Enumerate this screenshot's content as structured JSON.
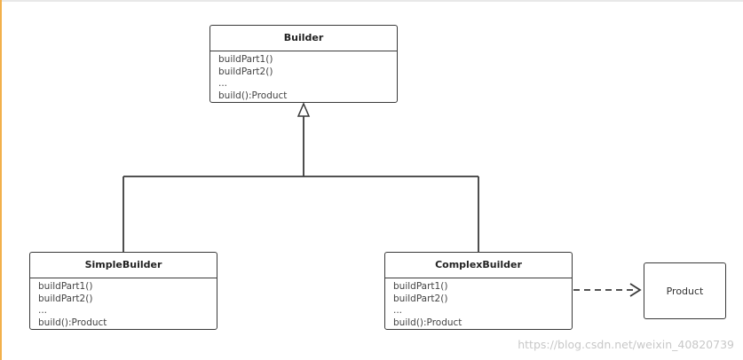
{
  "diagram": {
    "classes": {
      "builder": {
        "name": "Builder",
        "operations": [
          "buildPart1()",
          "buildPart2()",
          "...",
          "build():Product"
        ]
      },
      "simple_builder": {
        "name": "SimpleBuilder",
        "operations": [
          "buildPart1()",
          "buildPart2()",
          "...",
          "build():Product"
        ]
      },
      "complex_builder": {
        "name": "ComplexBuilder",
        "operations": [
          "buildPart1()",
          "buildPart2()",
          "...",
          "build():Product"
        ]
      },
      "product": {
        "name": "Product"
      }
    },
    "relations": [
      {
        "from": "SimpleBuilder",
        "to": "Builder",
        "type": "generalization"
      },
      {
        "from": "ComplexBuilder",
        "to": "Builder",
        "type": "generalization"
      },
      {
        "from": "ComplexBuilder",
        "to": "Product",
        "type": "dependency"
      }
    ]
  },
  "watermark": "https://blog.csdn.net/weixin_40820739",
  "colors": {
    "line": "#3a3a3a",
    "box_border": "#3a3a3a",
    "accent_left": "#f2b04b",
    "watermark": "#c8c8c8"
  }
}
